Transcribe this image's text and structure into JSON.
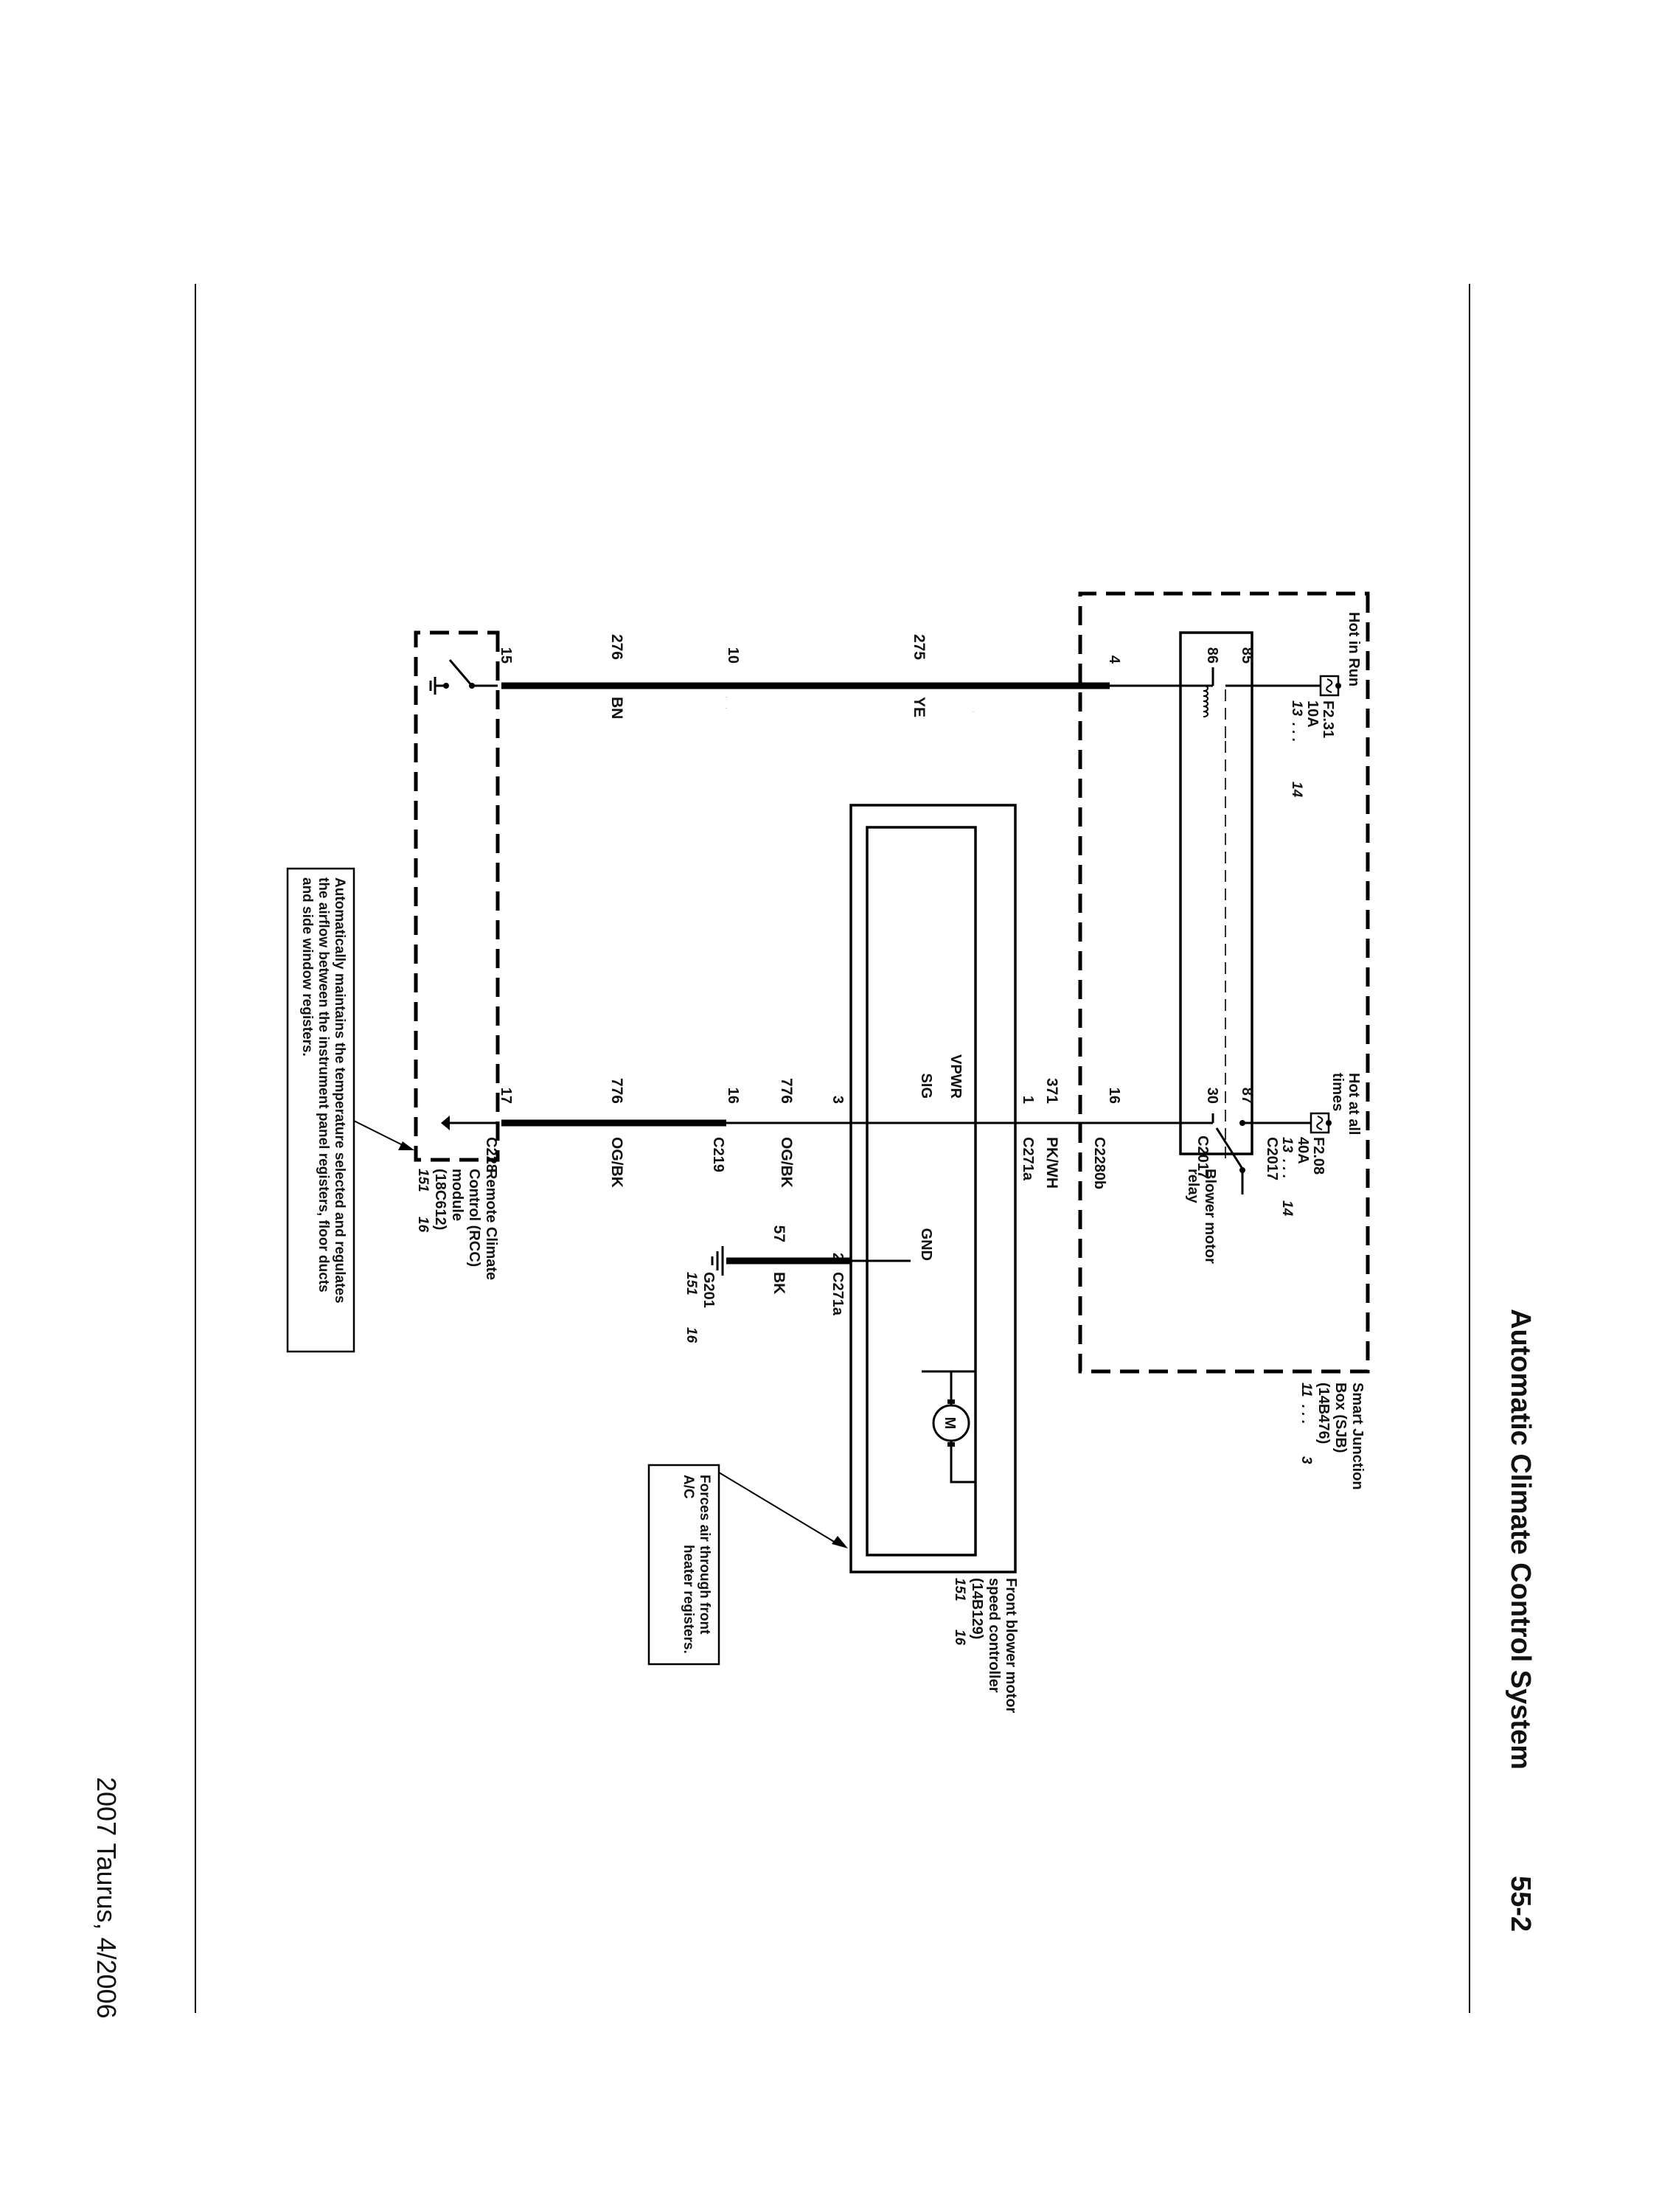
{
  "page": {
    "title": "Automatic Climate Control System",
    "page_number": "55-2",
    "footer": "2007 Taurus, 4/2006"
  },
  "sjb": {
    "name": "Smart Junction Box (SJB) (14B476)",
    "name_lines": [
      "Smart Junction",
      "Box (SJB)",
      "(14B476)"
    ],
    "ref": [
      "11",
      ". . .",
      "3"
    ],
    "hot_in_run": "Hot in Run",
    "hot_at_all_times_lines": [
      "Hot at all",
      "times"
    ],
    "fuse_run": {
      "id": "F2.31",
      "rating": "10A",
      "ref": [
        "13",
        ". . .",
        "14"
      ]
    },
    "fuse_all": {
      "id": "F2.08",
      "rating": "40A",
      "ref": [
        "13",
        ". . .",
        "14"
      ]
    },
    "relay_connector": "C2017",
    "relay_pins": [
      "85",
      "86",
      "87",
      "30"
    ],
    "relay_label_lines": [
      "Blower motor",
      "relay"
    ]
  },
  "connectors": {
    "sjb_out_pin": "4",
    "sjb_out_connector_pin": "16",
    "sjb_out_connector": "C2280b",
    "c2017": "C2017",
    "c271a_pin1": "1",
    "c271a": "C271a",
    "c271a_pin3": "3",
    "c271a_pin2": "2",
    "c219_pin_left": "10",
    "c219_pin_right": "16",
    "c219": "C219",
    "c228_pin_left": "15",
    "c228_pin_right": "17",
    "c228": "C228"
  },
  "wires": [
    {
      "circuit": "275",
      "color": "YE"
    },
    {
      "circuit": "276",
      "color": "BN"
    },
    {
      "circuit": "371",
      "color": "PK/WH"
    },
    {
      "circuit": "776",
      "color": "OG/BK"
    },
    {
      "circuit": "776",
      "color": "OG/BK"
    },
    {
      "circuit": "57",
      "color": "BK"
    }
  ],
  "ground": {
    "id": "G201",
    "ref": [
      "151",
      "16"
    ]
  },
  "blower_controller": {
    "label_lines": [
      "Front blower motor",
      "speed controller",
      "(14B129)"
    ],
    "ref": [
      "151",
      "16"
    ],
    "signals": [
      "VPWR",
      "SIG",
      "GND"
    ],
    "motor_symbol": "M",
    "note_lines": [
      "Forces air through front",
      "A/C",
      "heater registers."
    ]
  },
  "rcc": {
    "label_lines": [
      "Remote Climate",
      "Control (RCC)",
      "module",
      "(18C612)"
    ],
    "ref": [
      "151",
      "16"
    ],
    "note_lines": [
      "Automatically maintains the temperature selected and regulates",
      "the airflow between the instrument panel registers, floor ducts",
      "and side window registers."
    ]
  }
}
